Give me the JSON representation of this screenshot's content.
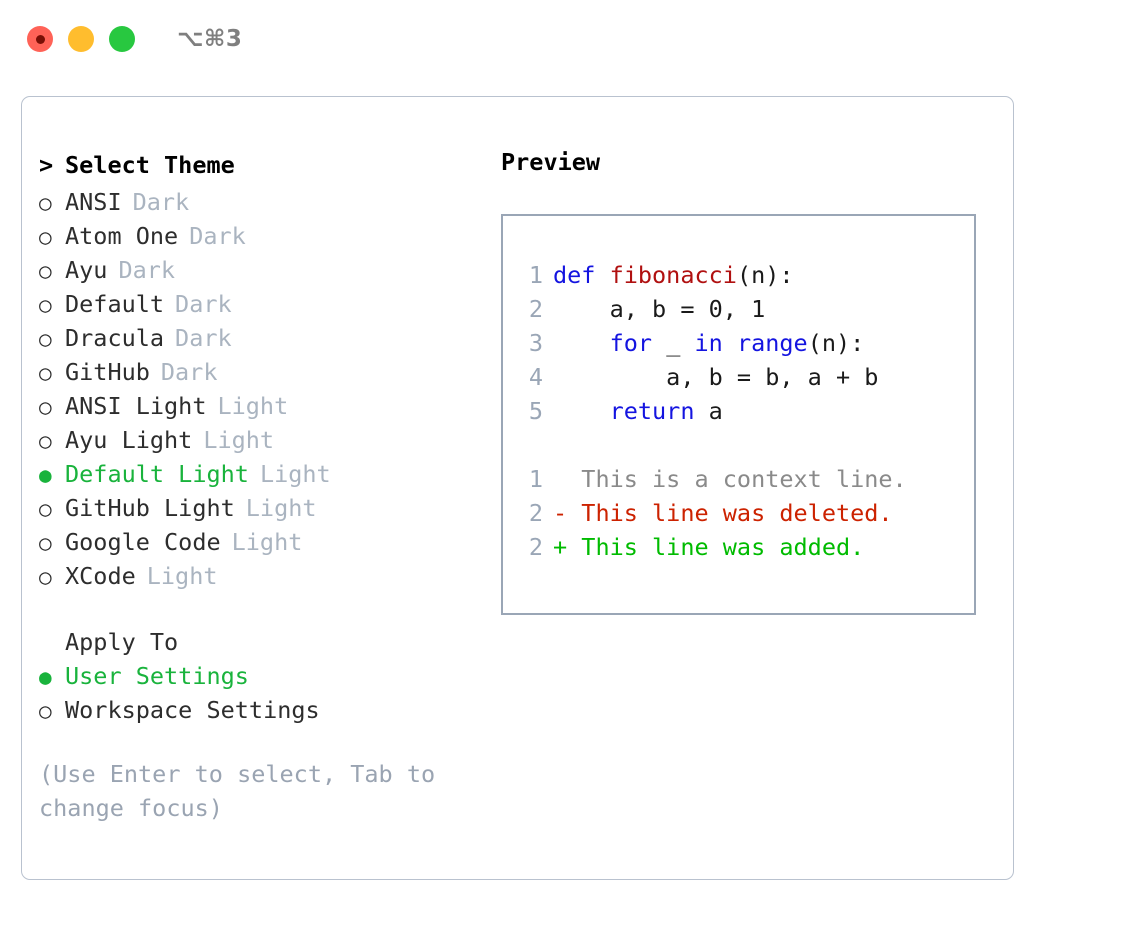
{
  "titlebar": {
    "shortcut": "⌥⌘3",
    "buttons": [
      {
        "name": "close",
        "color": "#ff6257"
      },
      {
        "name": "minimize",
        "color": "#ffbd2e"
      },
      {
        "name": "zoom",
        "color": "#28c840"
      }
    ]
  },
  "theme_picker": {
    "prompt": ">",
    "heading": "Select Theme",
    "marker_selected": "●",
    "marker_unselected": "○",
    "items": [
      {
        "label": "ANSI",
        "badge": "Dark",
        "selected": false
      },
      {
        "label": "Atom One",
        "badge": "Dark",
        "selected": false
      },
      {
        "label": "Ayu",
        "badge": "Dark",
        "selected": false
      },
      {
        "label": "Default",
        "badge": "Dark",
        "selected": false
      },
      {
        "label": "Dracula",
        "badge": "Dark",
        "selected": false
      },
      {
        "label": "GitHub",
        "badge": "Dark",
        "selected": false
      },
      {
        "label": "ANSI Light",
        "badge": "Light",
        "selected": false
      },
      {
        "label": "Ayu Light",
        "badge": "Light",
        "selected": false
      },
      {
        "label": "Default Light",
        "badge": "Light",
        "selected": true
      },
      {
        "label": "GitHub Light",
        "badge": "Light",
        "selected": false
      },
      {
        "label": "Google Code",
        "badge": "Light",
        "selected": false
      },
      {
        "label": "XCode",
        "badge": "Light",
        "selected": false
      }
    ]
  },
  "apply_to": {
    "heading": "Apply To",
    "items": [
      {
        "label": "User Settings",
        "selected": true
      },
      {
        "label": "Workspace Settings",
        "selected": false
      }
    ]
  },
  "hint": "(Use Enter to select, Tab to change focus)",
  "preview": {
    "title": "Preview",
    "code_lines": [
      {
        "num": "1",
        "tokens": [
          {
            "t": "def ",
            "c": "kw"
          },
          {
            "t": "fibonacci",
            "c": "fn"
          },
          {
            "t": "(n):",
            "c": "pl"
          }
        ]
      },
      {
        "num": "2",
        "tokens": [
          {
            "t": "    a, b = 0, 1",
            "c": "pl"
          }
        ]
      },
      {
        "num": "3",
        "tokens": [
          {
            "t": "    ",
            "c": "pl"
          },
          {
            "t": "for ",
            "c": "kw"
          },
          {
            "t": "_ ",
            "c": "pl"
          },
          {
            "t": "in ",
            "c": "kw"
          },
          {
            "t": "range",
            "c": "bi"
          },
          {
            "t": "(n):",
            "c": "pl"
          }
        ]
      },
      {
        "num": "4",
        "tokens": [
          {
            "t": "        a, b = b, a + b",
            "c": "pl"
          }
        ]
      },
      {
        "num": "5",
        "tokens": [
          {
            "t": "    ",
            "c": "pl"
          },
          {
            "t": "return ",
            "c": "kw"
          },
          {
            "t": "a",
            "c": "pl"
          }
        ]
      }
    ],
    "diff_lines": [
      {
        "num": "1",
        "text": "  This is a context line.",
        "kind": "ctx"
      },
      {
        "num": "2",
        "text": "- This line was deleted.",
        "kind": "del"
      },
      {
        "num": "2",
        "text": "+ This line was added.",
        "kind": "add"
      }
    ]
  },
  "colors": {
    "accent_green": "#19b33c",
    "badge_gray": "#aab4c0",
    "hint_gray": "#9aa4b2",
    "keyword_blue": "#1414e0",
    "function_red": "#b01010",
    "diff_delete_red": "#cc2200",
    "diff_add_green": "#00bb00",
    "border_gray": "#b9c2cf",
    "preview_border": "#9aa6b6"
  }
}
